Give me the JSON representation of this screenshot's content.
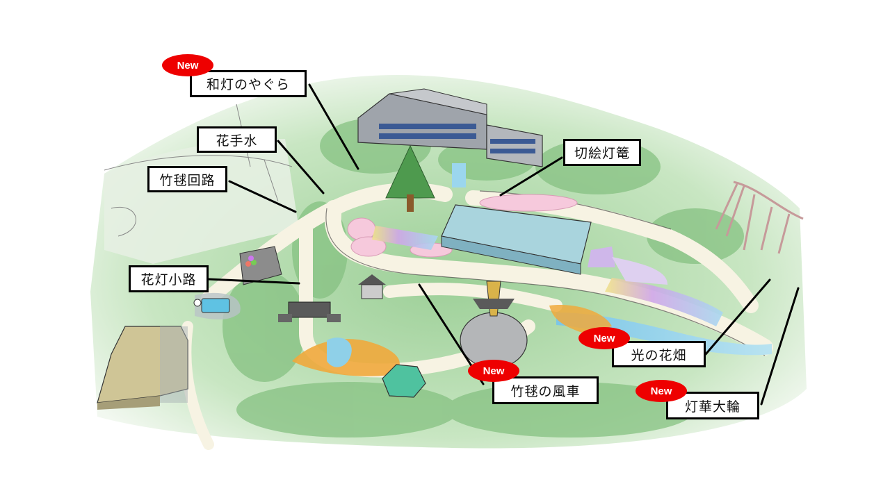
{
  "map": {
    "type": "illustrated park map",
    "colors": {
      "badge": "#ee0000",
      "label_border": "#000000",
      "foliage": "#a8d5a2",
      "path": "#f7f3e3",
      "water": "#8fd0e8",
      "sakura": "#f6c9dc"
    }
  },
  "badge_text": "New",
  "labels": [
    {
      "id": "yagura",
      "text": "和灯のやぐら",
      "new": true
    },
    {
      "id": "hanachouzu",
      "text": "花手水",
      "new": false
    },
    {
      "id": "chikumo-kairo",
      "text": "竹毬回路",
      "new": false
    },
    {
      "id": "kirie-tourou",
      "text": "切絵灯篭",
      "new": false
    },
    {
      "id": "hanatomoshi-koji",
      "text": "花灯小路",
      "new": false
    },
    {
      "id": "hikari-hanabatake",
      "text": "光の花畑",
      "new": true
    },
    {
      "id": "chikumo-kazaguruma",
      "text": "竹毬の風車",
      "new": true
    },
    {
      "id": "touka-dairin",
      "text": "灯華大輪",
      "new": true
    }
  ]
}
